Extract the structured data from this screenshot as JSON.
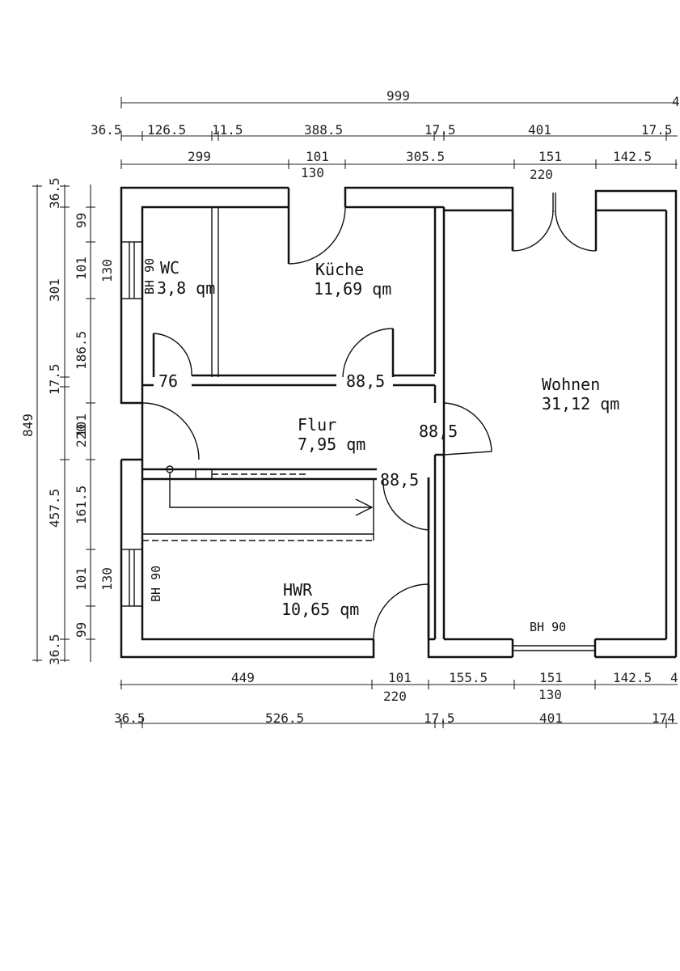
{
  "dimensions": {
    "top_row1": [
      "999",
      "4"
    ],
    "top_row2": [
      "36.5",
      "126.5",
      "11.5",
      "388.5",
      "17.5",
      "401",
      "17.5"
    ],
    "top_row3": [
      "299",
      "101",
      "130",
      "305.5",
      "151",
      "220",
      "142.5"
    ],
    "left_col1": "849",
    "left_col2": [
      "36.5",
      "301",
      "17.5",
      "220",
      "457.5",
      "36.5"
    ],
    "left_col3": [
      "99",
      "101",
      "130",
      "186.5",
      "101",
      "161.5",
      "101",
      "130",
      "99"
    ],
    "bottom_row1": [
      "449",
      "101",
      "220",
      "155.5",
      "151",
      "130",
      "142.5",
      "4"
    ],
    "bottom_row2": [
      "36.5",
      "526.5",
      "17.5",
      "401",
      "174"
    ]
  },
  "rooms": {
    "wc": {
      "name": "WC",
      "area": "3,8 qm"
    },
    "kueche": {
      "name": "Küche",
      "area": "11,69 qm"
    },
    "wohnen": {
      "name": "Wohnen",
      "area": "31,12 qm"
    },
    "flur": {
      "name": "Flur",
      "area": "7,95 qm"
    },
    "hwr": {
      "name": "HWR",
      "area": "10,65 qm"
    }
  },
  "door_widths": {
    "wc_door": "76",
    "kueche_door": "88,5",
    "wohnen_door": "88,5",
    "hwr_door": "88,5"
  },
  "window_heights": {
    "wc": "BH 90",
    "hwr": "BH 90",
    "wohnen": "BH 90"
  }
}
